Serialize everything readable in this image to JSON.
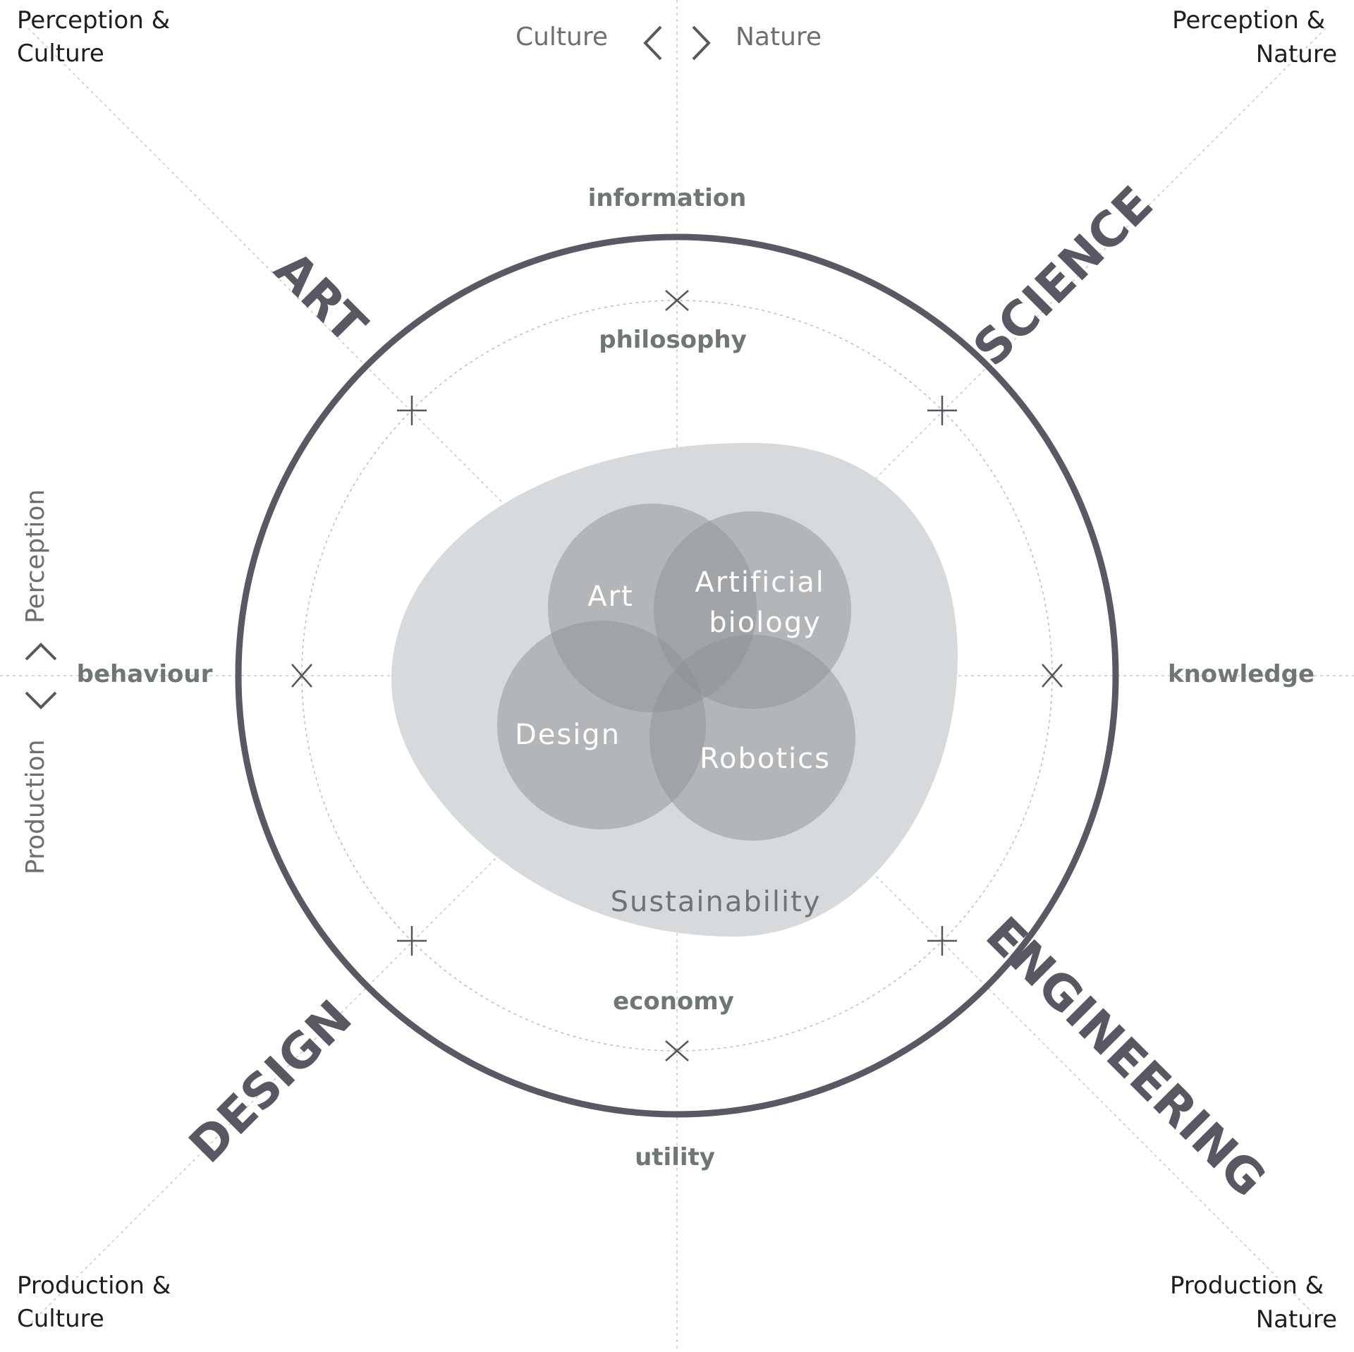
{
  "corners": {
    "top_left": [
      "Perception &",
      "Culture"
    ],
    "top_right": [
      "Perception &",
      "Nature"
    ],
    "bottom_left": [
      "Production &",
      "Culture"
    ],
    "bottom_right": [
      "Production &",
      "Nature"
    ]
  },
  "axes": {
    "top_left": "Culture",
    "top_right": "Nature",
    "left_upper": "Perception",
    "left_lower": "Production"
  },
  "ring_words": {
    "top_outer": "information",
    "top_inner": "philosophy",
    "left": "behaviour",
    "right": "knowledge",
    "bottom_inner": "economy",
    "bottom_outer": "utility"
  },
  "disciplines": {
    "art": "ART",
    "science": "SCIENCE",
    "design": "DESIGN",
    "engineering": "ENGINEERING"
  },
  "venn": {
    "art": "Art",
    "artificial_biology": [
      "Artificial",
      "biology"
    ],
    "design": "Design",
    "robotics": "Robotics"
  },
  "blob_label": "Sustainability",
  "colors": {
    "outer_ring": "#5a5963",
    "blob": "#d7dadc",
    "circles": "#8d9195",
    "dark_text": "#585862"
  }
}
